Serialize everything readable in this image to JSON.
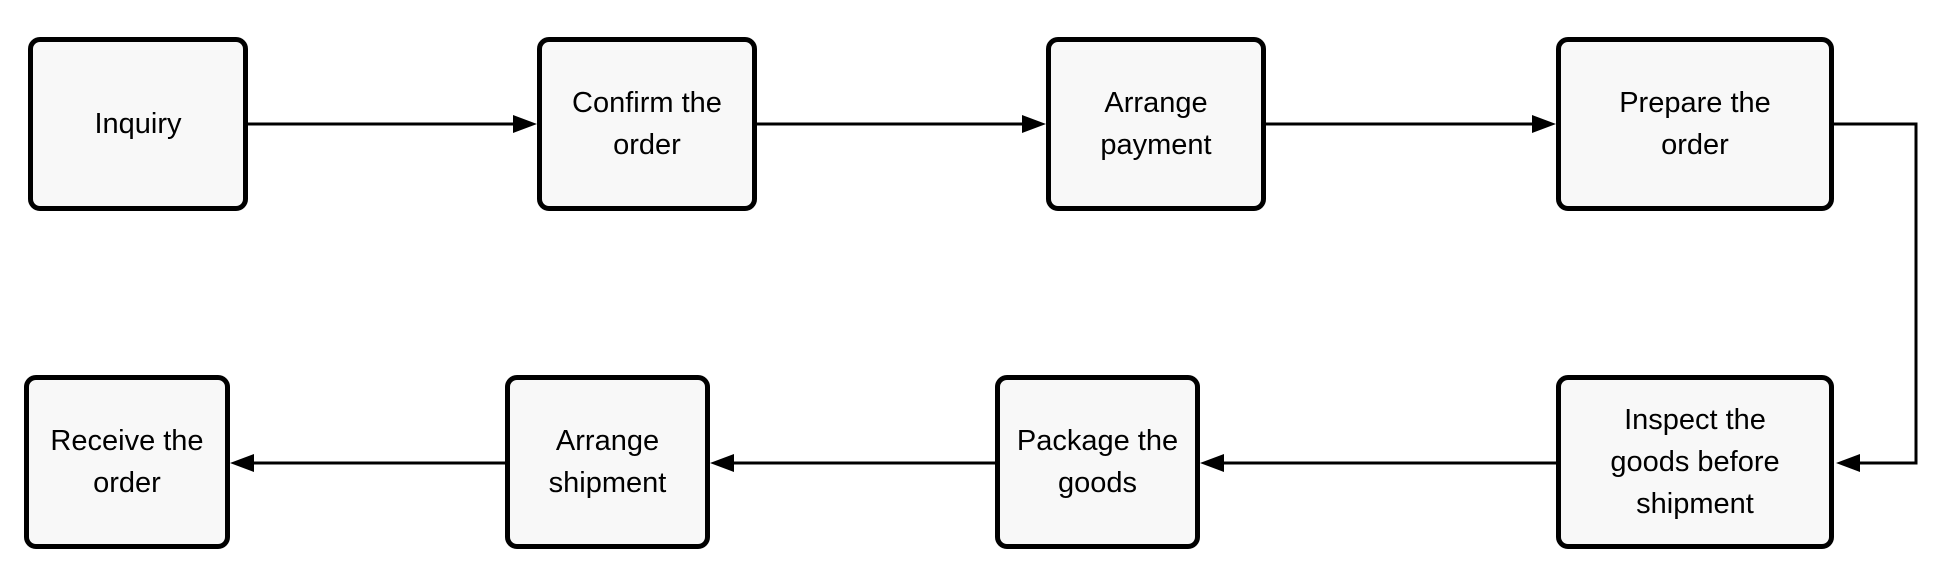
{
  "diagram": {
    "type": "flowchart",
    "colors": {
      "node_fill": "#f8f8f8",
      "node_border": "#000000",
      "arrow": "#000000",
      "background": "#ffffff"
    },
    "nodes": [
      {
        "id": "inquiry",
        "label": "Inquiry"
      },
      {
        "id": "confirm-order",
        "label": "Confirm the\norder"
      },
      {
        "id": "arrange-payment",
        "label": "Arrange\npayment"
      },
      {
        "id": "prepare-order",
        "label": "Prepare the\norder"
      },
      {
        "id": "inspect-goods",
        "label": "Inspect the\ngoods before\nshipment"
      },
      {
        "id": "package-goods",
        "label": "Package the\ngoods"
      },
      {
        "id": "arrange-shipment",
        "label": "Arrange\nshipment"
      },
      {
        "id": "receive-order",
        "label": "Receive the\norder"
      }
    ],
    "edges": [
      {
        "from": "inquiry",
        "to": "confirm-order"
      },
      {
        "from": "confirm-order",
        "to": "arrange-payment"
      },
      {
        "from": "arrange-payment",
        "to": "prepare-order"
      },
      {
        "from": "prepare-order",
        "to": "inspect-goods"
      },
      {
        "from": "inspect-goods",
        "to": "package-goods"
      },
      {
        "from": "package-goods",
        "to": "arrange-shipment"
      },
      {
        "from": "arrange-shipment",
        "to": "receive-order"
      }
    ]
  }
}
